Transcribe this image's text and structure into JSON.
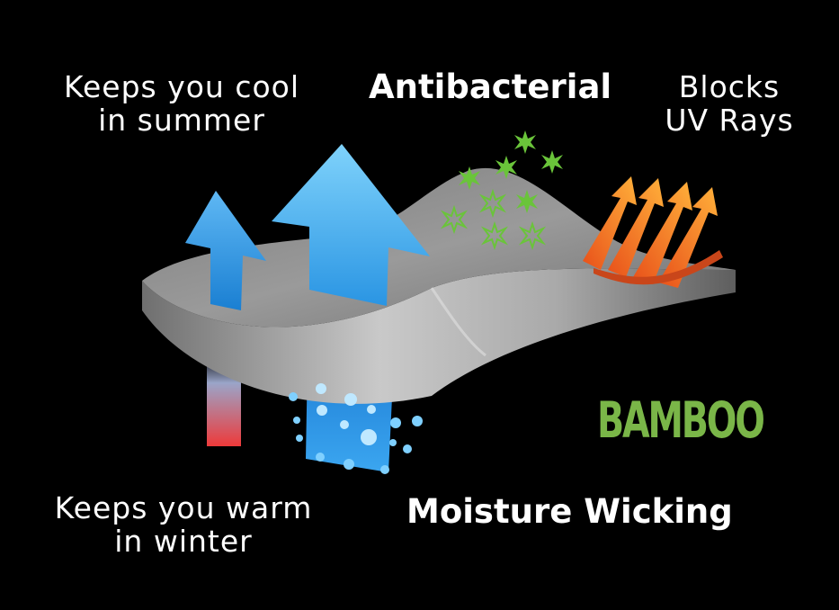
{
  "labels": {
    "cool": [
      "Keeps you cool",
      "in summer"
    ],
    "uv": [
      "Blocks",
      "UV Rays"
    ],
    "warm": [
      "Keeps you warm",
      "in winter"
    ],
    "antibacterial": "Antibacterial",
    "moisture": "Moisture Wicking",
    "brand": "BAMBOO"
  },
  "colors": {
    "background": "#000000",
    "fabric_top": "#8c8c8c",
    "fabric_side": "#b5b5b5",
    "arrow_blue": "#2b9ee8",
    "arrow_light_blue": "#5cc3f6",
    "warm_red": "#e8383a",
    "microbe_green": "#6ac43a",
    "uv_orange": "#f07a1a",
    "brand_green": "#7ab648",
    "text": "#ffffff"
  },
  "icons": [
    "up-arrow-icon",
    "microbe-icon",
    "uv-ray-icon",
    "water-droplet-icon"
  ]
}
